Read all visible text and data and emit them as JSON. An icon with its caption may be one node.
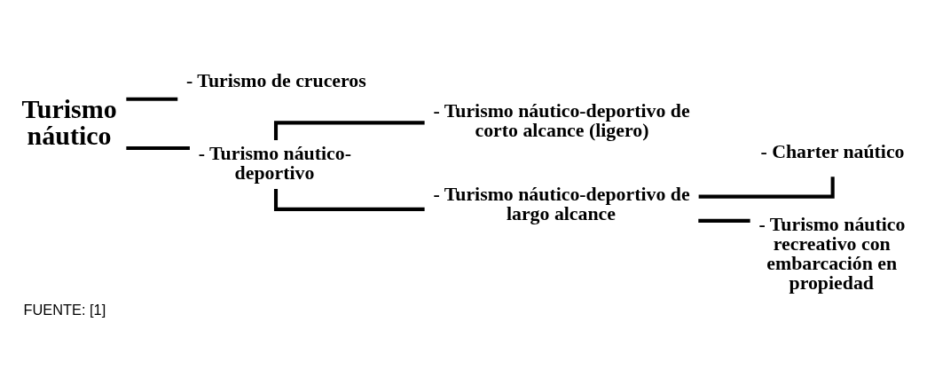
{
  "diagram": {
    "caption": "FUENTE: [1]",
    "nodes": [
      {
        "text": [
          "Turismo náutico"
        ]
      },
      {
        "text": [
          "- Turismo de cruceros"
        ]
      },
      {
        "text": [
          "- Turismo náutico-deportivo"
        ]
      },
      {
        "text": [
          "- Turismo náutico-deportivo de corto alcance (ligero)"
        ]
      },
      {
        "text": [
          "- Turismo náutico-deportivo de largo alcance"
        ]
      },
      {
        "text": [
          "- Charter naútico"
        ]
      },
      {
        "text": [
          "- Turismo náutico recreativo con embarcación en propiedad"
        ]
      }
    ],
    "edges": [
      {
        "from": 0,
        "to": 1,
        "arrow": "none"
      },
      {
        "from": 0,
        "to": 2,
        "arrow": "none"
      },
      {
        "from": 2,
        "to": 3,
        "arrow": "none"
      },
      {
        "from": 2,
        "to": 4,
        "arrow": "none"
      },
      {
        "from": 4,
        "to": 5,
        "arrow": "none"
      },
      {
        "from": 4,
        "to": 6,
        "arrow": "none"
      }
    ]
  }
}
